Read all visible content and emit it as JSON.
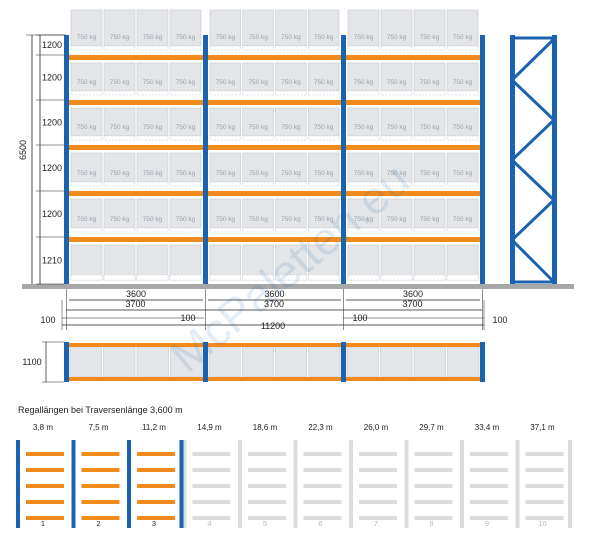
{
  "load_label": "750 kg",
  "frame_height": "6500",
  "level_heights": [
    "1200",
    "1200",
    "1200",
    "1200",
    "1200",
    "1210"
  ],
  "beam_length": "3600",
  "bay_length": "3700",
  "overhang_left": "100",
  "overhang_right": "100",
  "mid_gap_left": "100",
  "mid_gap_right": "100",
  "total_length": "11200",
  "depth": "1100",
  "legend_title": "Regallängen bei Traversenlänge 3,600 m",
  "lengths": [
    {
      "meters": "3,8 m",
      "index": "1",
      "active": true
    },
    {
      "meters": "7,5 m",
      "index": "2",
      "active": true
    },
    {
      "meters": "11,2 m",
      "index": "3",
      "active": true
    },
    {
      "meters": "14,9 m",
      "index": "4",
      "active": false
    },
    {
      "meters": "18,6 m",
      "index": "5",
      "active": false
    },
    {
      "meters": "22,3 m",
      "index": "6",
      "active": false
    },
    {
      "meters": "26,0 m",
      "index": "7",
      "active": false
    },
    {
      "meters": "29,7 m",
      "index": "8",
      "active": false
    },
    {
      "meters": "33,4 m",
      "index": "9",
      "active": false
    },
    {
      "meters": "37,1 m",
      "index": "10",
      "active": false
    }
  ],
  "watermark": "McPaletten.eu",
  "colors": {
    "upright": "#1a63b0",
    "beam": "#f08a1c",
    "box": "#e3e5e8",
    "box_edge": "#c4c8cc",
    "floor": "#a8a8a8",
    "inactive": "#dcdcdc"
  }
}
